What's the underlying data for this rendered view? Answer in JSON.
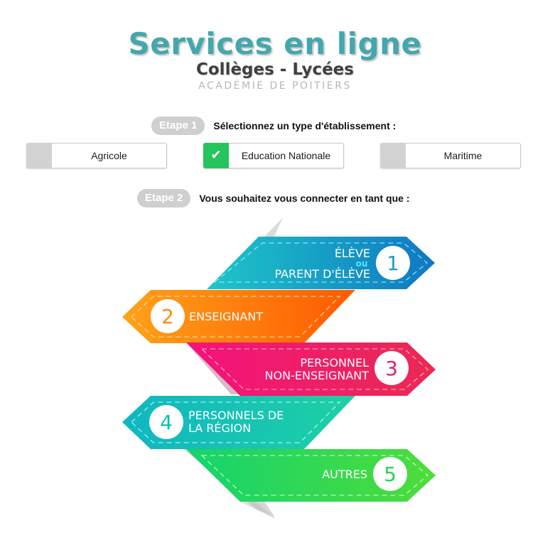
{
  "header": {
    "title": "Services en ligne",
    "subtitle": "Collèges - Lycées",
    "academy": "ACADÉMIE DE POITIERS"
  },
  "step1": {
    "pill": "Etape 1",
    "text": "Sélectionnez un type d'établissement :",
    "options": [
      {
        "label": "Agricole",
        "selected": false
      },
      {
        "label": "Education Nationale",
        "selected": true
      },
      {
        "label": "Maritime",
        "selected": false
      }
    ],
    "check_mark": "✔"
  },
  "step2": {
    "pill": "Etape 2",
    "text": "Vous souhaitez vous connecter en tant que :"
  },
  "profiles": [
    {
      "number": "1",
      "line1": "ÉLÈVE",
      "connector": "ou",
      "line2": "PARENT D'ÉLÈVE",
      "color": "#1ba6cf"
    },
    {
      "number": "2",
      "line1": "ENSEIGNANT",
      "color": "#ff8c0a"
    },
    {
      "number": "3",
      "line1": "PERSONNEL",
      "line2": "NON-ENSEIGNANT",
      "color": "#ef1f73"
    },
    {
      "number": "4",
      "line1": "PERSONNELS DE",
      "line2": "LA RÉGION",
      "color": "#15c2b1"
    },
    {
      "number": "5",
      "line1": "AUTRES",
      "color": "#2ed156"
    }
  ],
  "colors": {
    "title": "#44a7ad",
    "connector": "#5de2ff",
    "selected": "#25c45d"
  }
}
